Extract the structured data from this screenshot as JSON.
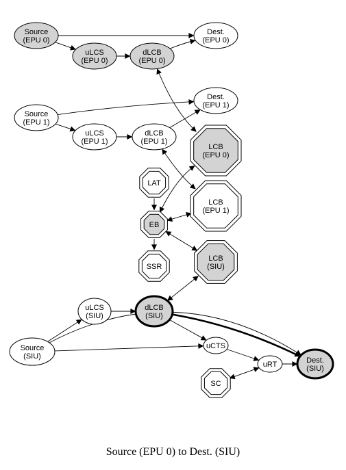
{
  "caption": "Source (EPU 0) to Dest. (SIU)",
  "colors": {
    "fill_highlight": "#d3d3d3",
    "fill_plain": "#ffffff",
    "stroke": "#000000"
  },
  "nodes": [
    {
      "id": "src_epu0",
      "lines": [
        "Source",
        "(EPU 0)"
      ],
      "shape": "ellipse",
      "highlight": true
    },
    {
      "id": "ulcs_epu0",
      "lines": [
        "uLCS",
        "(EPU 0)"
      ],
      "shape": "ellipse",
      "highlight": true
    },
    {
      "id": "dlcb_epu0",
      "lines": [
        "dLCB",
        "(EPU 0)"
      ],
      "shape": "ellipse",
      "highlight": true
    },
    {
      "id": "dest_epu0",
      "lines": [
        "Dest.",
        "(EPU 0)"
      ],
      "shape": "ellipse"
    },
    {
      "id": "src_epu1",
      "lines": [
        "Source",
        "(EPU 1)"
      ],
      "shape": "ellipse"
    },
    {
      "id": "ulcs_epu1",
      "lines": [
        "uLCS",
        "(EPU 1)"
      ],
      "shape": "ellipse"
    },
    {
      "id": "dlcb_epu1",
      "lines": [
        "dLCB",
        "(EPU 1)"
      ],
      "shape": "ellipse"
    },
    {
      "id": "dest_epu1",
      "lines": [
        "Dest.",
        "(EPU 1)"
      ],
      "shape": "ellipse"
    },
    {
      "id": "lcb_epu0",
      "lines": [
        "LCB",
        "(EPU 0)"
      ],
      "shape": "octagon",
      "highlight": true
    },
    {
      "id": "lcb_epu1",
      "lines": [
        "LCB",
        "(EPU 1)"
      ],
      "shape": "octagon"
    },
    {
      "id": "lat",
      "lines": [
        "LAT"
      ],
      "shape": "octagon"
    },
    {
      "id": "eb",
      "lines": [
        "EB"
      ],
      "shape": "octagon",
      "highlight": true
    },
    {
      "id": "ssr",
      "lines": [
        "SSR"
      ],
      "shape": "octagon"
    },
    {
      "id": "lcb_siu",
      "lines": [
        "LCB",
        "(SIU)"
      ],
      "shape": "octagon",
      "highlight": true
    },
    {
      "id": "ulcs_siu",
      "lines": [
        "uLCS",
        "(SIU)"
      ],
      "shape": "ellipse"
    },
    {
      "id": "dlcb_siu",
      "lines": [
        "dLCB",
        "(SIU)"
      ],
      "shape": "ellipse",
      "highlight": true,
      "bold": true
    },
    {
      "id": "src_siu",
      "lines": [
        "Source",
        "(SIU)"
      ],
      "shape": "ellipse"
    },
    {
      "id": "ucts",
      "lines": [
        "uCTS"
      ],
      "shape": "ellipse"
    },
    {
      "id": "urt",
      "lines": [
        "uRT"
      ],
      "shape": "ellipse"
    },
    {
      "id": "dest_siu",
      "lines": [
        "Dest.",
        "(SIU)"
      ],
      "shape": "ellipse",
      "highlight": true,
      "bold": true
    },
    {
      "id": "sc",
      "lines": [
        "SC"
      ],
      "shape": "octagon"
    }
  ],
  "edges": [
    {
      "from": "src_epu0",
      "to": "dest_epu0"
    },
    {
      "from": "src_epu0",
      "to": "ulcs_epu0"
    },
    {
      "from": "ulcs_epu0",
      "to": "dlcb_epu0"
    },
    {
      "from": "dlcb_epu0",
      "to": "dest_epu0"
    },
    {
      "from": "dlcb_epu0",
      "to": "lcb_epu0",
      "dir": "both"
    },
    {
      "from": "src_epu1",
      "to": "dest_epu1"
    },
    {
      "from": "src_epu1",
      "to": "ulcs_epu1"
    },
    {
      "from": "ulcs_epu1",
      "to": "dlcb_epu1"
    },
    {
      "from": "dlcb_epu1",
      "to": "dest_epu1"
    },
    {
      "from": "dlcb_epu1",
      "to": "lcb_epu1",
      "dir": "both"
    },
    {
      "from": "lat",
      "to": "eb"
    },
    {
      "from": "eb",
      "to": "ssr"
    },
    {
      "from": "eb",
      "to": "lcb_epu0",
      "dir": "both"
    },
    {
      "from": "eb",
      "to": "lcb_epu1",
      "dir": "both"
    },
    {
      "from": "eb",
      "to": "lcb_siu",
      "dir": "both"
    },
    {
      "from": "dlcb_siu",
      "to": "lcb_siu",
      "dir": "both"
    },
    {
      "from": "src_siu",
      "to": "ulcs_siu"
    },
    {
      "from": "ulcs_siu",
      "to": "dlcb_siu"
    },
    {
      "from": "src_siu",
      "to": "ucts"
    },
    {
      "from": "dlcb_siu",
      "to": "ucts"
    },
    {
      "from": "ucts",
      "to": "urt"
    },
    {
      "from": "urt",
      "to": "dest_siu"
    },
    {
      "from": "sc",
      "to": "urt",
      "dir": "both"
    },
    {
      "from": "dlcb_siu",
      "to": "dest_siu",
      "bold": true
    },
    {
      "from": "src_siu",
      "to": "dest_siu"
    }
  ]
}
